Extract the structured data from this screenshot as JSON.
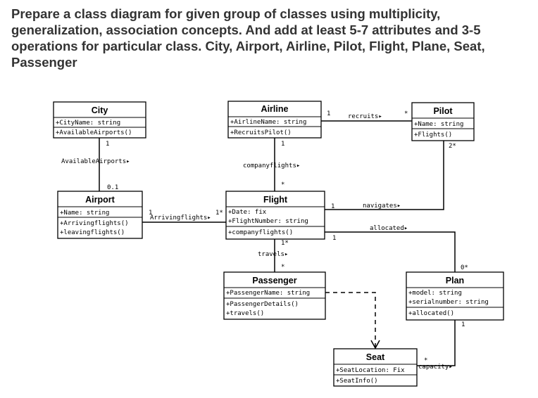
{
  "question": "Prepare a class diagram for given group of classes using multiplicity, generalization, association concepts. And add at least 5-7 attributes and 3-5 operations for particular class. City, Airport, Airline, Pilot, Flight, Plane, Seat, Passenger",
  "classes": {
    "city": {
      "name": "City",
      "attributes": [
        "+CityName: string"
      ],
      "operations": [
        "+AvailableAirports()"
      ]
    },
    "airline": {
      "name": "Airline",
      "attributes": [
        "+AirlineName: string"
      ],
      "operations": [
        "+RecruitsPilot()"
      ]
    },
    "pilot": {
      "name": "Pilot",
      "attributes": [
        "+Name: string"
      ],
      "operations": [
        "+Flights()"
      ]
    },
    "airport": {
      "name": "Airport",
      "attributes": [
        "+Name: string"
      ],
      "operations": [
        "+Arrivingflights()",
        "+leavingflights()"
      ]
    },
    "flight": {
      "name": "Flight",
      "attributes": [
        "+Date: fix",
        "+FlightNumber: string"
      ],
      "operations": [
        "+companyflights()"
      ]
    },
    "passenger": {
      "name": "Passenger",
      "attributes": [
        "+PassengerName: string"
      ],
      "operations": [
        "+PassengerDetails()",
        "+travels()"
      ]
    },
    "plan": {
      "name": "Plan",
      "attributes": [
        "+model: string",
        "+serialnumber: string"
      ],
      "operations": [
        "+allocated()"
      ]
    },
    "seat": {
      "name": "Seat",
      "attributes": [
        "+SeatLocation: Fix"
      ],
      "operations": [
        "+SeatInfo()"
      ]
    }
  },
  "associations": {
    "city_airport": {
      "label": "AvailableAirports▸",
      "mult_start": "1",
      "mult_end": "0.1"
    },
    "airline_pilot": {
      "label": "recruits▸",
      "mult_start": "1",
      "mult_end": "*"
    },
    "airline_flight": {
      "label": "companyflights▸",
      "mult_start": "1",
      "mult_end": "*"
    },
    "airport_flight": {
      "label": "Arrivingflights▸",
      "mult_start": "1",
      "mult_end": "1*"
    },
    "flight_pilot": {
      "label": "navigates▸",
      "mult_start": "1",
      "mult_end": "2*"
    },
    "flight_plan": {
      "label": "allocated▸",
      "mult_start": "1",
      "mult_end": "0*"
    },
    "flight_passenger": {
      "label": "travels▸",
      "mult_start": "1*",
      "mult_end": "*"
    },
    "plan_seat": {
      "label": "capacity▸",
      "mult_start": "1",
      "mult_end": "*"
    }
  }
}
